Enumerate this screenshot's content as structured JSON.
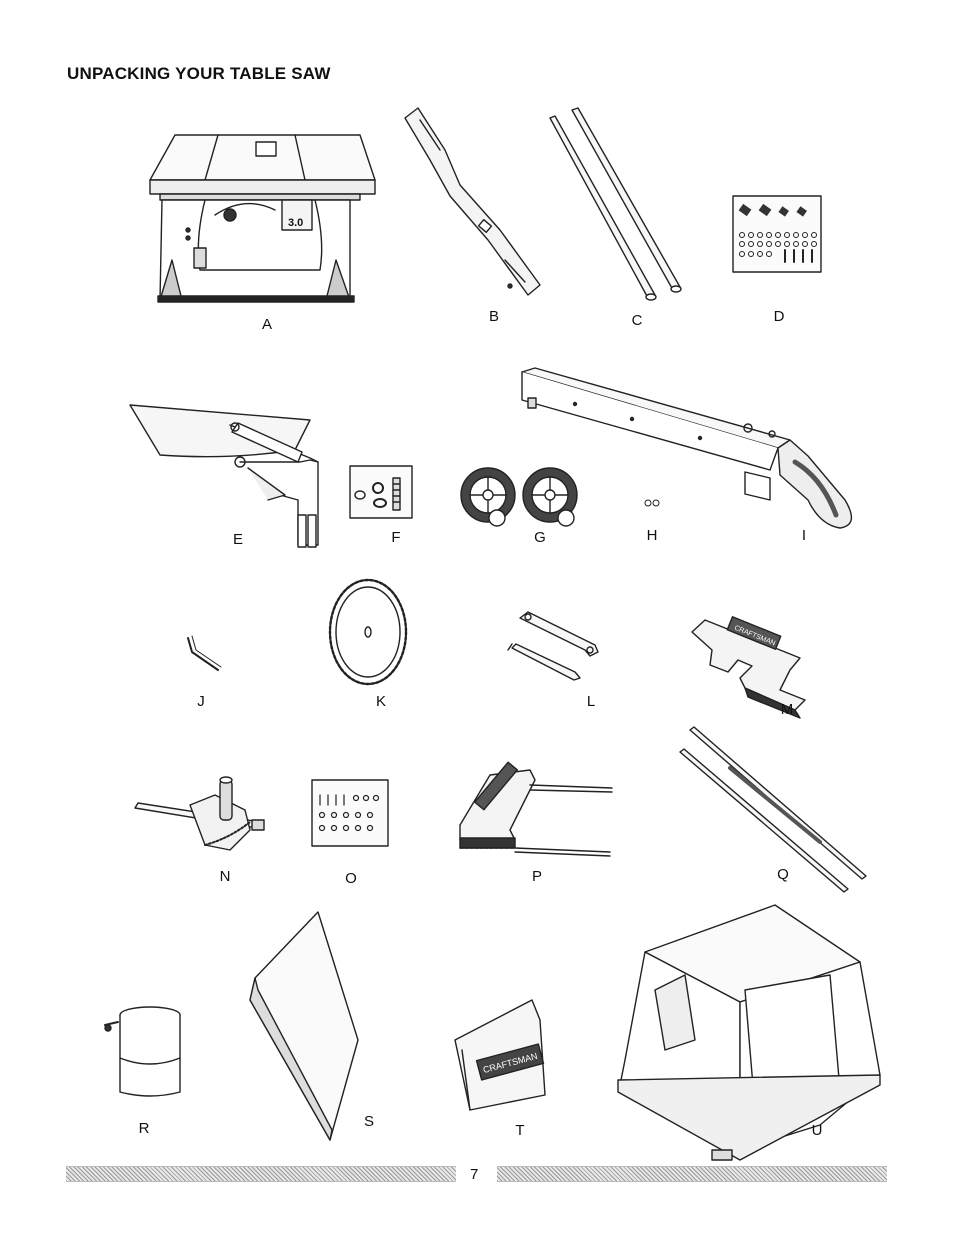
{
  "page": {
    "title": "UNPACKING YOUR TABLE SAW",
    "page_number": "7"
  },
  "parts": [
    {
      "id": "A",
      "label": "A"
    },
    {
      "id": "B",
      "label": "B"
    },
    {
      "id": "C",
      "label": "C"
    },
    {
      "id": "D",
      "label": "D"
    },
    {
      "id": "E",
      "label": "E"
    },
    {
      "id": "F",
      "label": "F"
    },
    {
      "id": "G",
      "label": "G"
    },
    {
      "id": "H",
      "label": "H"
    },
    {
      "id": "I",
      "label": "I"
    },
    {
      "id": "J",
      "label": "J"
    },
    {
      "id": "K",
      "label": "K"
    },
    {
      "id": "L",
      "label": "L"
    },
    {
      "id": "M",
      "label": "M"
    },
    {
      "id": "N",
      "label": "N"
    },
    {
      "id": "O",
      "label": "O"
    },
    {
      "id": "P",
      "label": "P"
    },
    {
      "id": "Q",
      "label": "Q"
    },
    {
      "id": "R",
      "label": "R"
    },
    {
      "id": "S",
      "label": "S"
    },
    {
      "id": "T",
      "label": "T"
    },
    {
      "id": "U",
      "label": "U"
    }
  ],
  "saw_badge": "3.0",
  "brand_text": "CRAFTSMAN"
}
